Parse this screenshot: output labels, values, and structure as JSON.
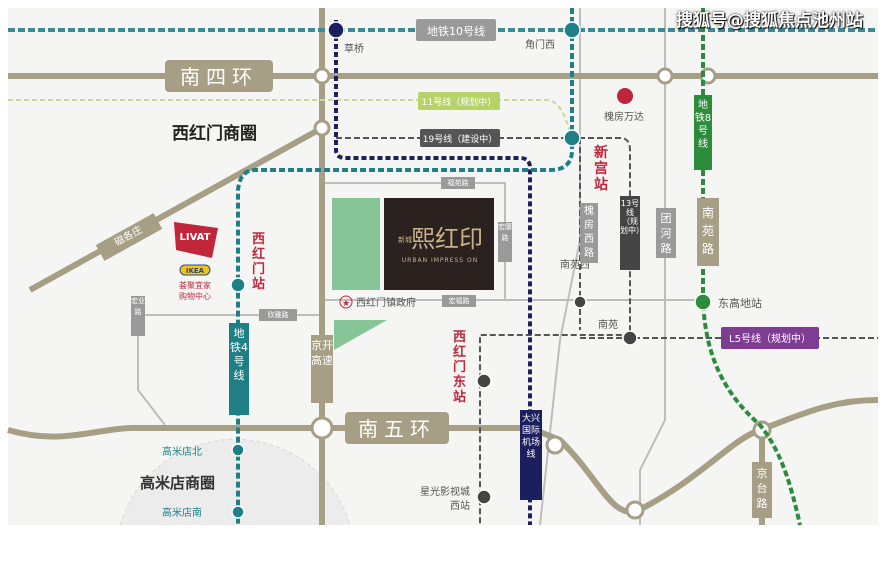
{
  "watermark": "搜狐号@搜狐焦点池州站",
  "project": {
    "name": "熙红印",
    "prefix": "新城",
    "subtitle": "URBAN IMPRESS ON"
  },
  "roads": {
    "ring4": "南四环",
    "ring5": "南五环",
    "jingkai": "京开高速",
    "jingtai": "京台路",
    "nanyuan": "南苑路",
    "tuanhe": "团河路",
    "huaifang_west": "槐房西路",
    "diagonal": "磁各庄",
    "small_left": "宏业路",
    "small_mid": "欣雅路",
    "small_top": "福苑路",
    "small_right": "宏康路",
    "small_bottom": "宏福路"
  },
  "lines": {
    "line10": "地铁10号线",
    "line11": "11号线（规划中）",
    "line19": "19号线（建设中）",
    "line8": "地铁8号线",
    "line4": "地铁4号线",
    "line13": "13号线（规划中）",
    "airport": "大兴国际机场线",
    "l5": "L5号线（规划中）"
  },
  "stations": {
    "caoqiao": "草桥",
    "jiaomenxi": "角门西",
    "xingong": "新宫站",
    "xihongmen": "西红门站",
    "xihongmen_east": "西红门东站",
    "nanyuanxi": "南苑西",
    "nanyuan": "南苑",
    "donggaodi": "东高地站",
    "gaomidian_north": "高米店北",
    "gaomidian_south": "高米店南",
    "xingguang": "星光影视城",
    "xingguang2": "西站"
  },
  "areas": {
    "xihongmen_circle": "西红门商圈",
    "gaomidian_circle": "高米店商圈"
  },
  "poi": {
    "wanda": "槐房万达",
    "gov": "西红门镇政府",
    "livat": "LIVAT",
    "livat_cn": "荟聚",
    "ikea": "IKEA",
    "mall1": "荟聚宜家",
    "mall2": "购物中心"
  },
  "colors": {
    "road": "#a69f86",
    "teal": "#1f7f86",
    "navy": "#1c1f5e",
    "green": "#2c8c3c",
    "purple": "#7e3d93",
    "red": "#c0263a"
  }
}
